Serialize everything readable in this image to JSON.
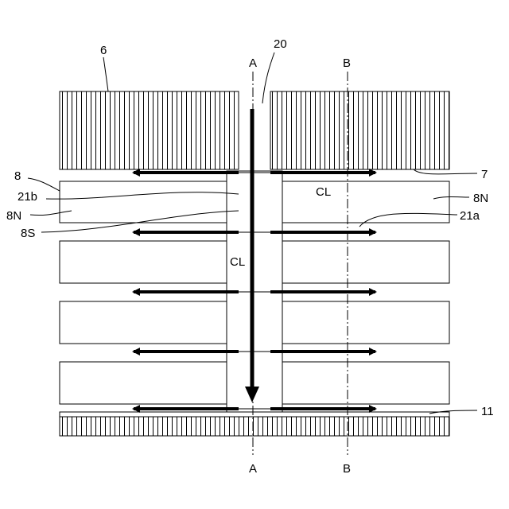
{
  "labels": {
    "ref_6": "6",
    "ref_20": "20",
    "ref_8": "8",
    "ref_21b": "21b",
    "ref_8N_left": "8N",
    "ref_8S": "8S",
    "ref_7": "7",
    "ref_8N_right": "8N",
    "ref_21a": "21a",
    "ref_11": "11",
    "cl_top": "CL",
    "cl_mid": "CL",
    "section_a_top": "A",
    "section_b_top": "B",
    "section_a_bottom": "A",
    "section_b_bottom": "B"
  }
}
